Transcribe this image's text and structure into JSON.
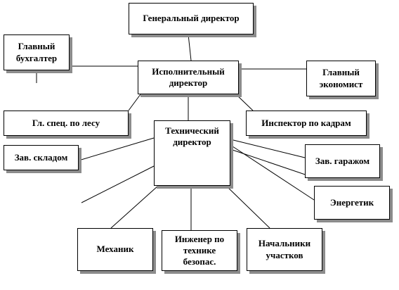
{
  "colors": {
    "line": "#000000",
    "box_border": "#000000",
    "box_fill": "#ffffff",
    "shadow": "#8c8c8c"
  },
  "nodes": {
    "general_director": "Генеральный директор",
    "chief_accountant": "Главный\nбухгалтер",
    "executive_director": "Исполнительный\nдиректор",
    "chief_economist": "Главный\nэкономист",
    "forest_specialist": "Гл. спец. по лесу",
    "hr_inspector": "Инспектор по кадрам",
    "technical_director": "Технический\nдиректор",
    "warehouse_head": "Зав. складом",
    "garage_head": "Зав. гаражом",
    "power_engineer": "Энергетик",
    "mechanic": "Механик",
    "safety_engineer": "Инженер по\nтехнике\nбезопас.",
    "section_heads": "Начальники\nучастков"
  },
  "edges": [
    [
      "general_director",
      "executive_director"
    ],
    [
      "chief_accountant",
      "executive_director"
    ],
    [
      "executive_director",
      "chief_economist"
    ],
    [
      "executive_director",
      "forest_specialist"
    ],
    [
      "executive_director",
      "hr_inspector"
    ],
    [
      "executive_director",
      "technical_director"
    ],
    [
      "technical_director",
      "warehouse_head"
    ],
    [
      "technical_director",
      "garage_head"
    ],
    [
      "technical_director",
      "power_engineer"
    ],
    [
      "technical_director",
      "mechanic"
    ],
    [
      "technical_director",
      "safety_engineer"
    ],
    [
      "technical_director",
      "section_heads"
    ]
  ]
}
